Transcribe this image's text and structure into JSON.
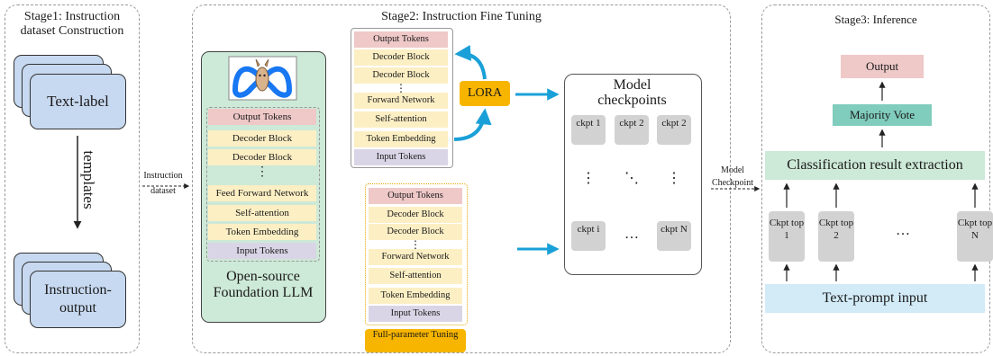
{
  "stage1": {
    "title": "Stage1: Instruction dataset Construction",
    "card_top": "Text-label",
    "card_bottom": "Instruction-output",
    "arrow_label": "templates"
  },
  "between12": {
    "label": "Instruction dataset"
  },
  "stage2": {
    "title": "Stage2: Instruction Fine Tuning",
    "llm_stack": [
      "Output Tokens",
      "Decoder Block",
      "Decoder Block",
      "⋮",
      "Feed Forward Network",
      "Self-attention",
      "Token Embedding",
      "Input Tokens"
    ],
    "llm_label": "Open-source Foundation LLM",
    "lora_stack": [
      "Output Tokens",
      "Decoder Block",
      "Decoder Block",
      "⋮",
      "Forward Network",
      "Self-attention",
      "Token Embedding",
      "Input Tokens"
    ],
    "lora_label": "LORA",
    "full_stack": [
      "Output Tokens",
      "Decoder Block",
      "Decoder Block",
      "⋮",
      "Forward Network",
      "Self-attention",
      "Token Embedding",
      "Input Tokens"
    ],
    "full_label": "Full-parameter Tuning",
    "checkpoints": {
      "title": "Model checkpoints",
      "row1": [
        "ckpt 1",
        "ckpt 2",
        "ckpt 2"
      ],
      "dots": [
        "⋮",
        "⋱",
        "⋮"
      ],
      "row2": [
        "ckpt i",
        "…",
        "ckpt N"
      ]
    }
  },
  "between23": {
    "label": "Model Checkpoint"
  },
  "stage3": {
    "title": "Stage3: Inference",
    "output": "Output",
    "vote": "Majority Vote",
    "extraction": "Classification result extraction",
    "tops": [
      "Ckpt top 1",
      "Ckpt top 2",
      "…",
      "Ckpt top N"
    ],
    "input": "Text-prompt input"
  },
  "colors": {
    "card_blue": "#c7d9f0",
    "llm_green": "#cde9d7",
    "block_yellow": "#fcefc4",
    "output_pink": "#efc8c8",
    "input_purple": "#d9d5e6",
    "lora_orange": "#f7b500",
    "arrow_blue": "#1aa0d8",
    "vote_teal": "#80ccbd",
    "input_blue": "#d2ebf7"
  }
}
